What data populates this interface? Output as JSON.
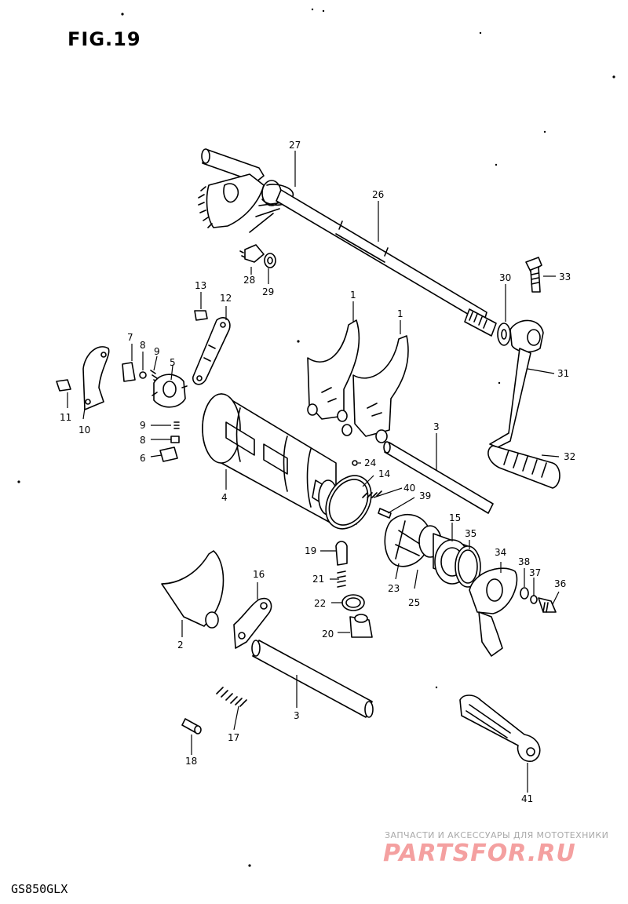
{
  "figure": {
    "title": "FIG.19",
    "model": "GS850GLX"
  },
  "watermark": {
    "caption": "ЗАПЧАСТИ И АКСЕССУАРЫ ДЛЯ МОТОТЕХНИКИ",
    "brand": "PARTSFOR.RU",
    "color": "#f4a0a0"
  },
  "callouts": {
    "c27": "27",
    "c26": "26",
    "c28": "28",
    "c29": "29",
    "c30": "30",
    "c33": "33",
    "c13": "13",
    "c12": "12",
    "c1a": "1",
    "c1b": "1",
    "c31": "31",
    "c7": "7",
    "c8a": "8",
    "c9a": "9",
    "c5": "5",
    "c11": "11",
    "c10": "10",
    "c9b": "9",
    "c8b": "8",
    "c6": "6",
    "c3a": "3",
    "c32": "32",
    "c24": "24",
    "c14": "14",
    "c40": "40",
    "c39": "39",
    "c4": "4",
    "c19": "19",
    "c15": "15",
    "c35": "35",
    "c34": "34",
    "c38": "38",
    "c37": "37",
    "c36": "36",
    "c21": "21",
    "c22": "22",
    "c23": "23",
    "c25": "25",
    "c20": "20",
    "c16": "16",
    "c2": "2",
    "c3b": "3",
    "c17": "17",
    "c18": "18",
    "c41": "41"
  }
}
